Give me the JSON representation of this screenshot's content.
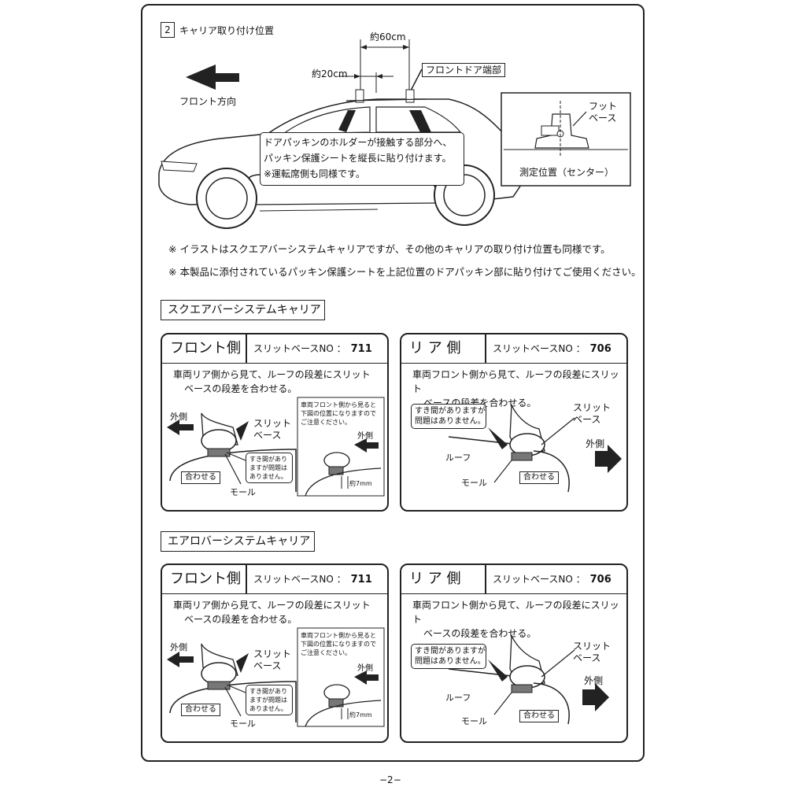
{
  "section": {
    "number": "2",
    "title": "キャリア取り付け位置"
  },
  "diagram": {
    "dim_60": "約60cm",
    "dim_20": "約20cm",
    "front_door_edge": "フロントドア端部",
    "front_direction": "フロント方向",
    "instruction_lines": [
      "ドアパッキンのホルダーが接触する部分へ、",
      "パッキン保護シートを縦長に貼り付けます。",
      "※運転席側も同様です。"
    ],
    "foot_base_lines": [
      "フット",
      "ベース"
    ],
    "measure_position": "測定位置（センター）"
  },
  "notes": [
    "※ イラストはスクエアバーシステムキャリアですが、その他のキャリアの取り付け位置も同様です。",
    "※ 本製品に添付されているパッキン保護シートを上記位置のドアパッキン部に貼り付けてご使用ください。"
  ],
  "carriers": [
    {
      "heading": "スクエアバーシステムキャリア",
      "front": {
        "side": "フロント側",
        "slit_label": "スリットベースNO ：",
        "slit_no": "711",
        "text_lines": [
          "車両リア側から見て、ルーフの段差にスリット",
          "ベースの段差を合わせる。"
        ],
        "outside": "外側",
        "slit_base": [
          "スリット",
          "ベース"
        ],
        "gap_lines": [
          "すき間があり",
          "ますが問題は",
          "ありません。"
        ],
        "align": "合わせる",
        "mole": "モール",
        "inset_lines": [
          "車両フロント側から見ると",
          "下図の位置になりますので",
          "ご注意ください。"
        ],
        "inset_outside": "外側",
        "inset_dim": "約7mm"
      },
      "rear": {
        "side": "リ ア 側",
        "slit_label": "スリットベースNO ：",
        "slit_no": "706",
        "text_lines": [
          "車両フロント側から見て、ルーフの段差にスリット",
          "ベースの段差を合わせる。"
        ],
        "gap_lines": [
          "すき間がありますが",
          "問題はありません。"
        ],
        "slit_base": [
          "スリット",
          "ベース"
        ],
        "outside": "外側",
        "roof": "ルーフ",
        "mole": "モール",
        "align": "合わせる"
      }
    },
    {
      "heading": "エアロバーシステムキャリア",
      "front": {
        "side": "フロント側",
        "slit_label": "スリットベースNO ：",
        "slit_no": "711",
        "text_lines": [
          "車両リア側から見て、ルーフの段差にスリット",
          "ベースの段差を合わせる。"
        ],
        "outside": "外側",
        "slit_base": [
          "スリット",
          "ベース"
        ],
        "gap_lines": [
          "すき間があり",
          "ますが問題は",
          "ありません。"
        ],
        "align": "合わせる",
        "mole": "モール",
        "inset_lines": [
          "車両フロント側から見ると",
          "下図の位置になりますので",
          "ご注意ください。"
        ],
        "inset_outside": "外側",
        "inset_dim": "約7mm"
      },
      "rear": {
        "side": "リ ア 側",
        "slit_label": "スリットベースNO ：",
        "slit_no": "706",
        "text_lines": [
          "車両フロント側から見て、ルーフの段差にスリット",
          "ベースの段差を合わせる。"
        ],
        "gap_lines": [
          "すき間がありますが",
          "問題はありません。"
        ],
        "slit_base": [
          "スリット",
          "ベース"
        ],
        "outside": "外側",
        "roof": "ルーフ",
        "mole": "モール",
        "align": "合わせる"
      }
    }
  ],
  "page_number": "−2−"
}
